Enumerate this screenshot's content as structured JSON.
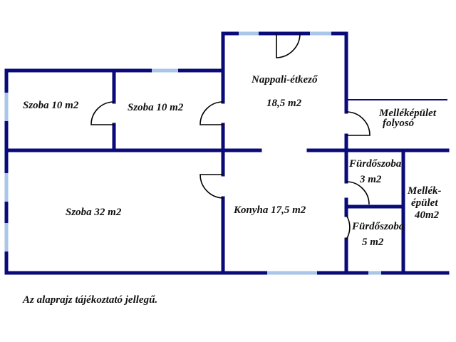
{
  "plan": {
    "rooms": [
      {
        "name": "Szoba 10 m2"
      },
      {
        "name": "Szoba 10 m2"
      },
      {
        "name": "Nappali-étkező",
        "area": "18,5 m2"
      },
      {
        "name": "Melléképület",
        "sub": "folyosó"
      },
      {
        "name": "Szoba 32 m2"
      },
      {
        "name": "Konyha 17,5 m2"
      },
      {
        "name": "Fürdőszoba",
        "area": "3 m2"
      },
      {
        "name": "Fürdőszoba",
        "area": "5 m2"
      },
      {
        "name": "Mellék-",
        "line2": "épület",
        "area": "40m2"
      }
    ],
    "colors": {
      "wall": "#0a0a78",
      "window": "#a9c6e8",
      "door": "#000000"
    }
  },
  "footer": {
    "note": "Az alaprajz tájékoztató jellegű."
  }
}
